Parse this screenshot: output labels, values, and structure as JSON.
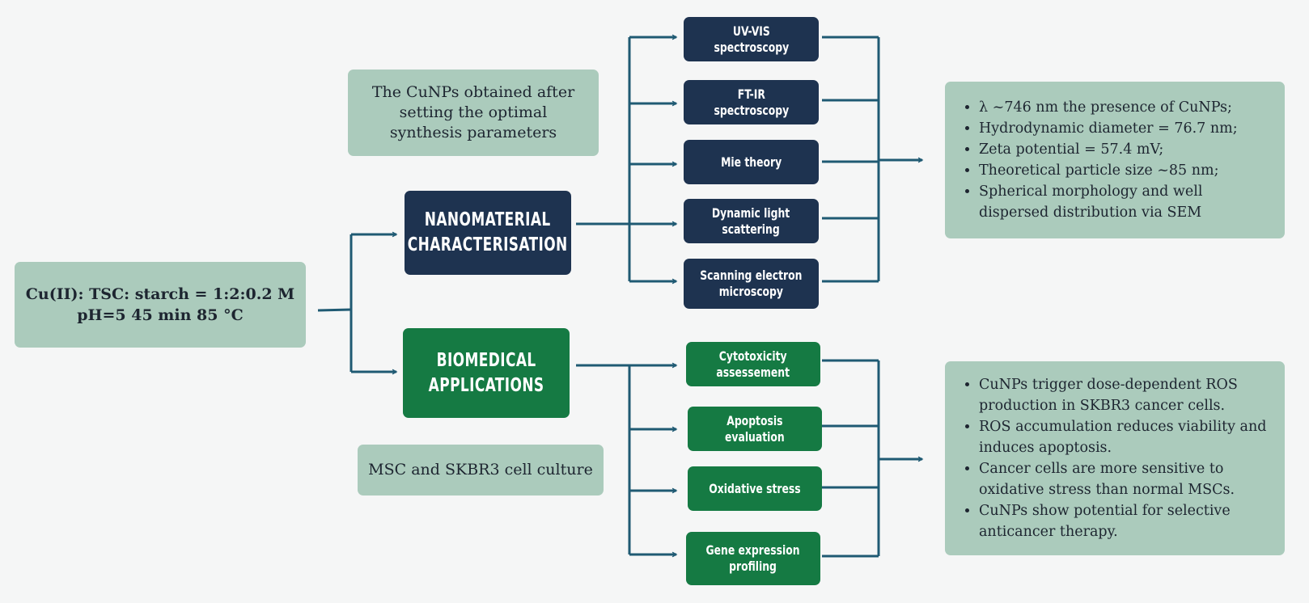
{
  "start": {
    "line1": "Cu(II): TSC: starch = 1:2:0.2 M",
    "line2": "pH=5  45 min  85 °C"
  },
  "note_top": {
    "line1": "The CuNPs obtained after",
    "line2": "setting the optimal",
    "line3": "synthesis parameters"
  },
  "note_bottom": {
    "text": "MSC and SKBR3 cell culture"
  },
  "nano": {
    "line1": "NANOMATERIAL",
    "line2": "CHARACTERISATION"
  },
  "bio": {
    "line1": "BIOMEDICAL",
    "line2": "APPLICATIONS"
  },
  "char_methods": [
    {
      "line1": "UV-VIS",
      "line2": "spectroscopy"
    },
    {
      "line1": "FT-IR",
      "line2": "spectroscopy"
    },
    {
      "line1": "Mie theory",
      "line2": ""
    },
    {
      "line1": "Dynamic light",
      "line2": "scattering"
    },
    {
      "line1": "Scanning electron",
      "line2": "microscopy"
    }
  ],
  "bio_methods": [
    {
      "line1": "Cytotoxicity",
      "line2": "assessement"
    },
    {
      "line1": "Apoptosis",
      "line2": "evaluation"
    },
    {
      "line1": "Oxidative stress",
      "line2": ""
    },
    {
      "line1": "Gene expression",
      "line2": "profiling"
    }
  ],
  "char_results": [
    "λ ~746 nm the presence of CuNPs;",
    "Hydrodynamic diameter = 76.7 nm;",
    "Zeta potential = 57.4 mV;",
    "Theoretical particle size ~85 nm;",
    "Spherical morphology and well dispersed distribution via SEM"
  ],
  "bio_results": [
    "CuNPs trigger dose-dependent ROS production in SKBR3 cancer cells.",
    "ROS accumulation reduces viability and induces apoptosis.",
    "Cancer cells are more sensitive to oxidative stress than normal MSCs.",
    "CuNPs show potential for selective anticancer therapy."
  ],
  "colors": {
    "connector": "#1f5a73",
    "mint": "#abcbbc",
    "navy": "#1e3350",
    "green": "#157a43"
  }
}
